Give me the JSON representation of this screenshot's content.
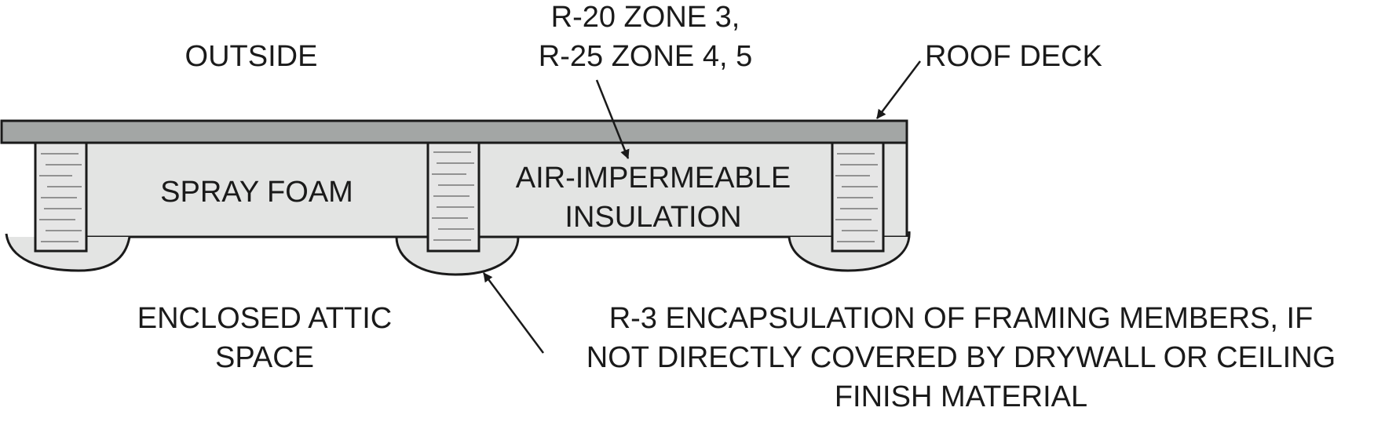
{
  "labels": {
    "outside": "OUTSIDE",
    "r_value_line1": "R-20 ZONE 3,",
    "r_value_line2": "R-25 ZONE 4, 5",
    "roof_deck": "ROOF DECK",
    "spray_foam": "SPRAY FOAM",
    "air_impermeable_line1": "AIR-IMPERMEABLE",
    "air_impermeable_line2": "INSULATION",
    "attic_line1": "ENCLOSED ATTIC",
    "attic_line2": "SPACE",
    "encapsulation_line1": "R-3 ENCAPSULATION OF FRAMING MEMBERS, IF",
    "encapsulation_line2": "NOT DIRECTLY COVERED BY DRYWALL OR CEILING",
    "encapsulation_line3": "FINISH MATERIAL"
  },
  "colors": {
    "roof_deck": "#a3a6a5",
    "insulation": "#e3e4e3",
    "framing": "#e6e6e6",
    "encapsulation": "#e3e4e3",
    "stroke": "#1a1a1a"
  }
}
